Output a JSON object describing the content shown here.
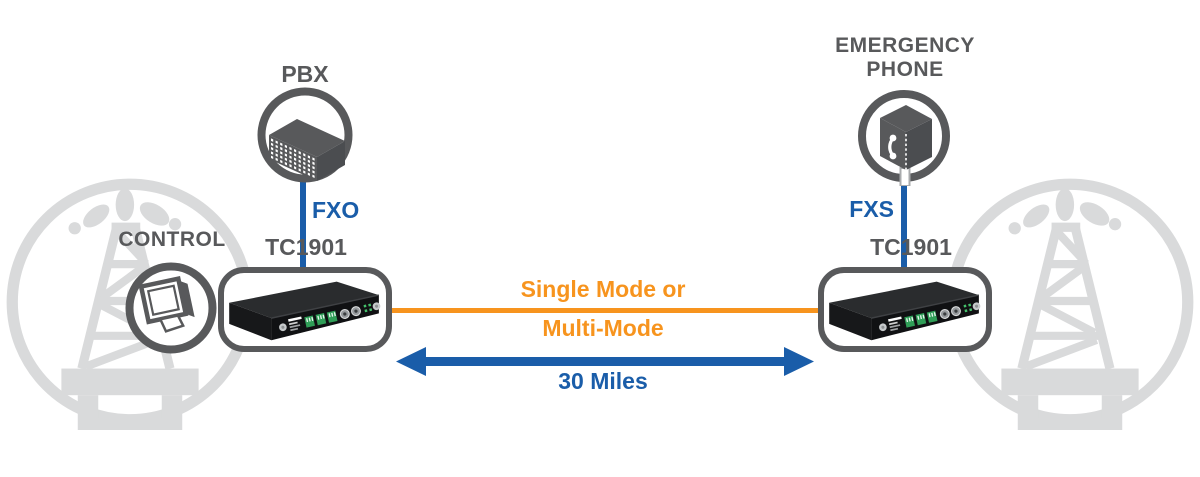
{
  "colors": {
    "orange": "#F7941E",
    "blue": "#1A5DA9",
    "dark_gray": "#58595B",
    "light_gray": "#D9DADB",
    "device_black": "#101113",
    "device_top": "#2A2C2E",
    "device_side": "#17181A",
    "terminal_green": "#2F9E57",
    "led_green": "#43C06A"
  },
  "left_site": {
    "control_label": "CONTROL",
    "pbx_label": "PBX",
    "port_label": "FXO",
    "device_label": "TC1901"
  },
  "right_site": {
    "phone_label_line1": "EMERGENCY",
    "phone_label_line2": "PHONE",
    "port_label": "FXS",
    "device_label": "TC1901"
  },
  "link": {
    "fiber_label_line1": "Single Mode or",
    "fiber_label_line2": "Multi-Mode",
    "distance_label": "30 Miles"
  },
  "icons": {
    "pbx": "pbx-switch-3d-box",
    "control": "desktop-monitor-3d",
    "emergency_phone": "emergency-phone-box-3d",
    "background_left": "oil-derrick-gusher",
    "background_right": "oil-derrick-gusher",
    "device": "tc1901-chassis-front"
  }
}
